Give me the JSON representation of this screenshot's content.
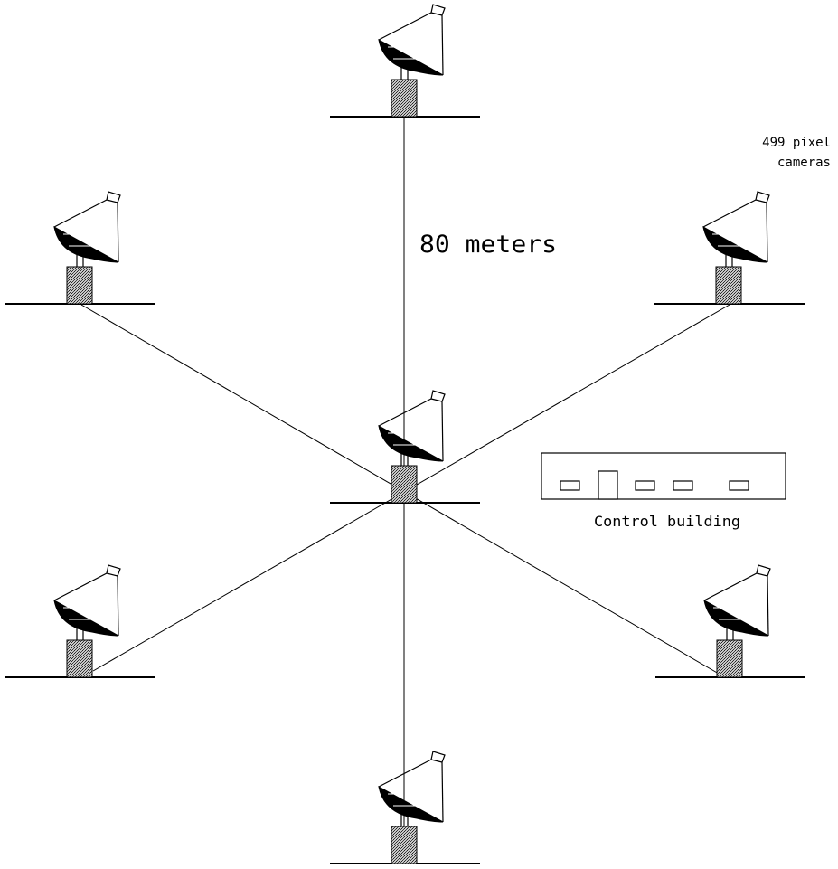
{
  "diagram": {
    "distance_label": "80 meters",
    "camera_label_line1": "499 pixel",
    "camera_label_line2": "cameras",
    "building_label": "Control building",
    "colors": {
      "line": "#000000",
      "pedestal": "#8a8a8a",
      "background": "#ffffff"
    },
    "telescopes": [
      {
        "id": "top"
      },
      {
        "id": "upper-left"
      },
      {
        "id": "upper-right"
      },
      {
        "id": "center"
      },
      {
        "id": "lower-left"
      },
      {
        "id": "lower-right"
      },
      {
        "id": "bottom"
      }
    ]
  }
}
